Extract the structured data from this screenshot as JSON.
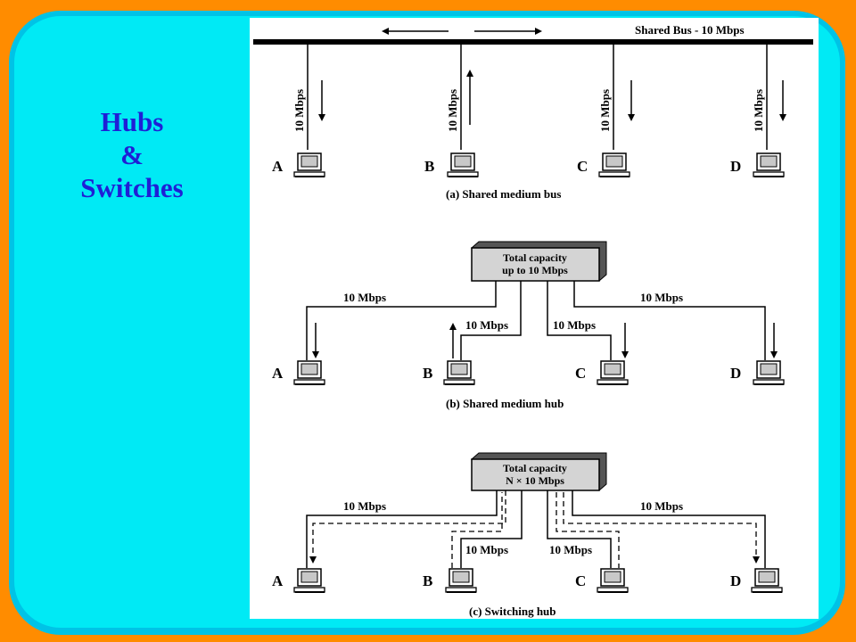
{
  "slide": {
    "title_lines": [
      "Hubs",
      "&",
      "Switches"
    ]
  },
  "diagram": {
    "bus_label": "Shared Bus - 10 Mbps",
    "rate": "10 Mbps",
    "nodes": [
      "A",
      "B",
      "C",
      "D"
    ],
    "hub_b_lines": [
      "Total capacity",
      "up to 10 Mbps"
    ],
    "hub_c_line1": "Total capacity",
    "hub_c_line2": "N × 10 Mbps",
    "captions": {
      "a": "(a) Shared medium bus",
      "b": "(b) Shared medium hub",
      "c": "(c) Switching hub"
    }
  },
  "colors": {
    "background": "#ff8c00",
    "frame": "#00c3e6",
    "slide": "#00eaf5",
    "title": "#1f1fd6"
  }
}
